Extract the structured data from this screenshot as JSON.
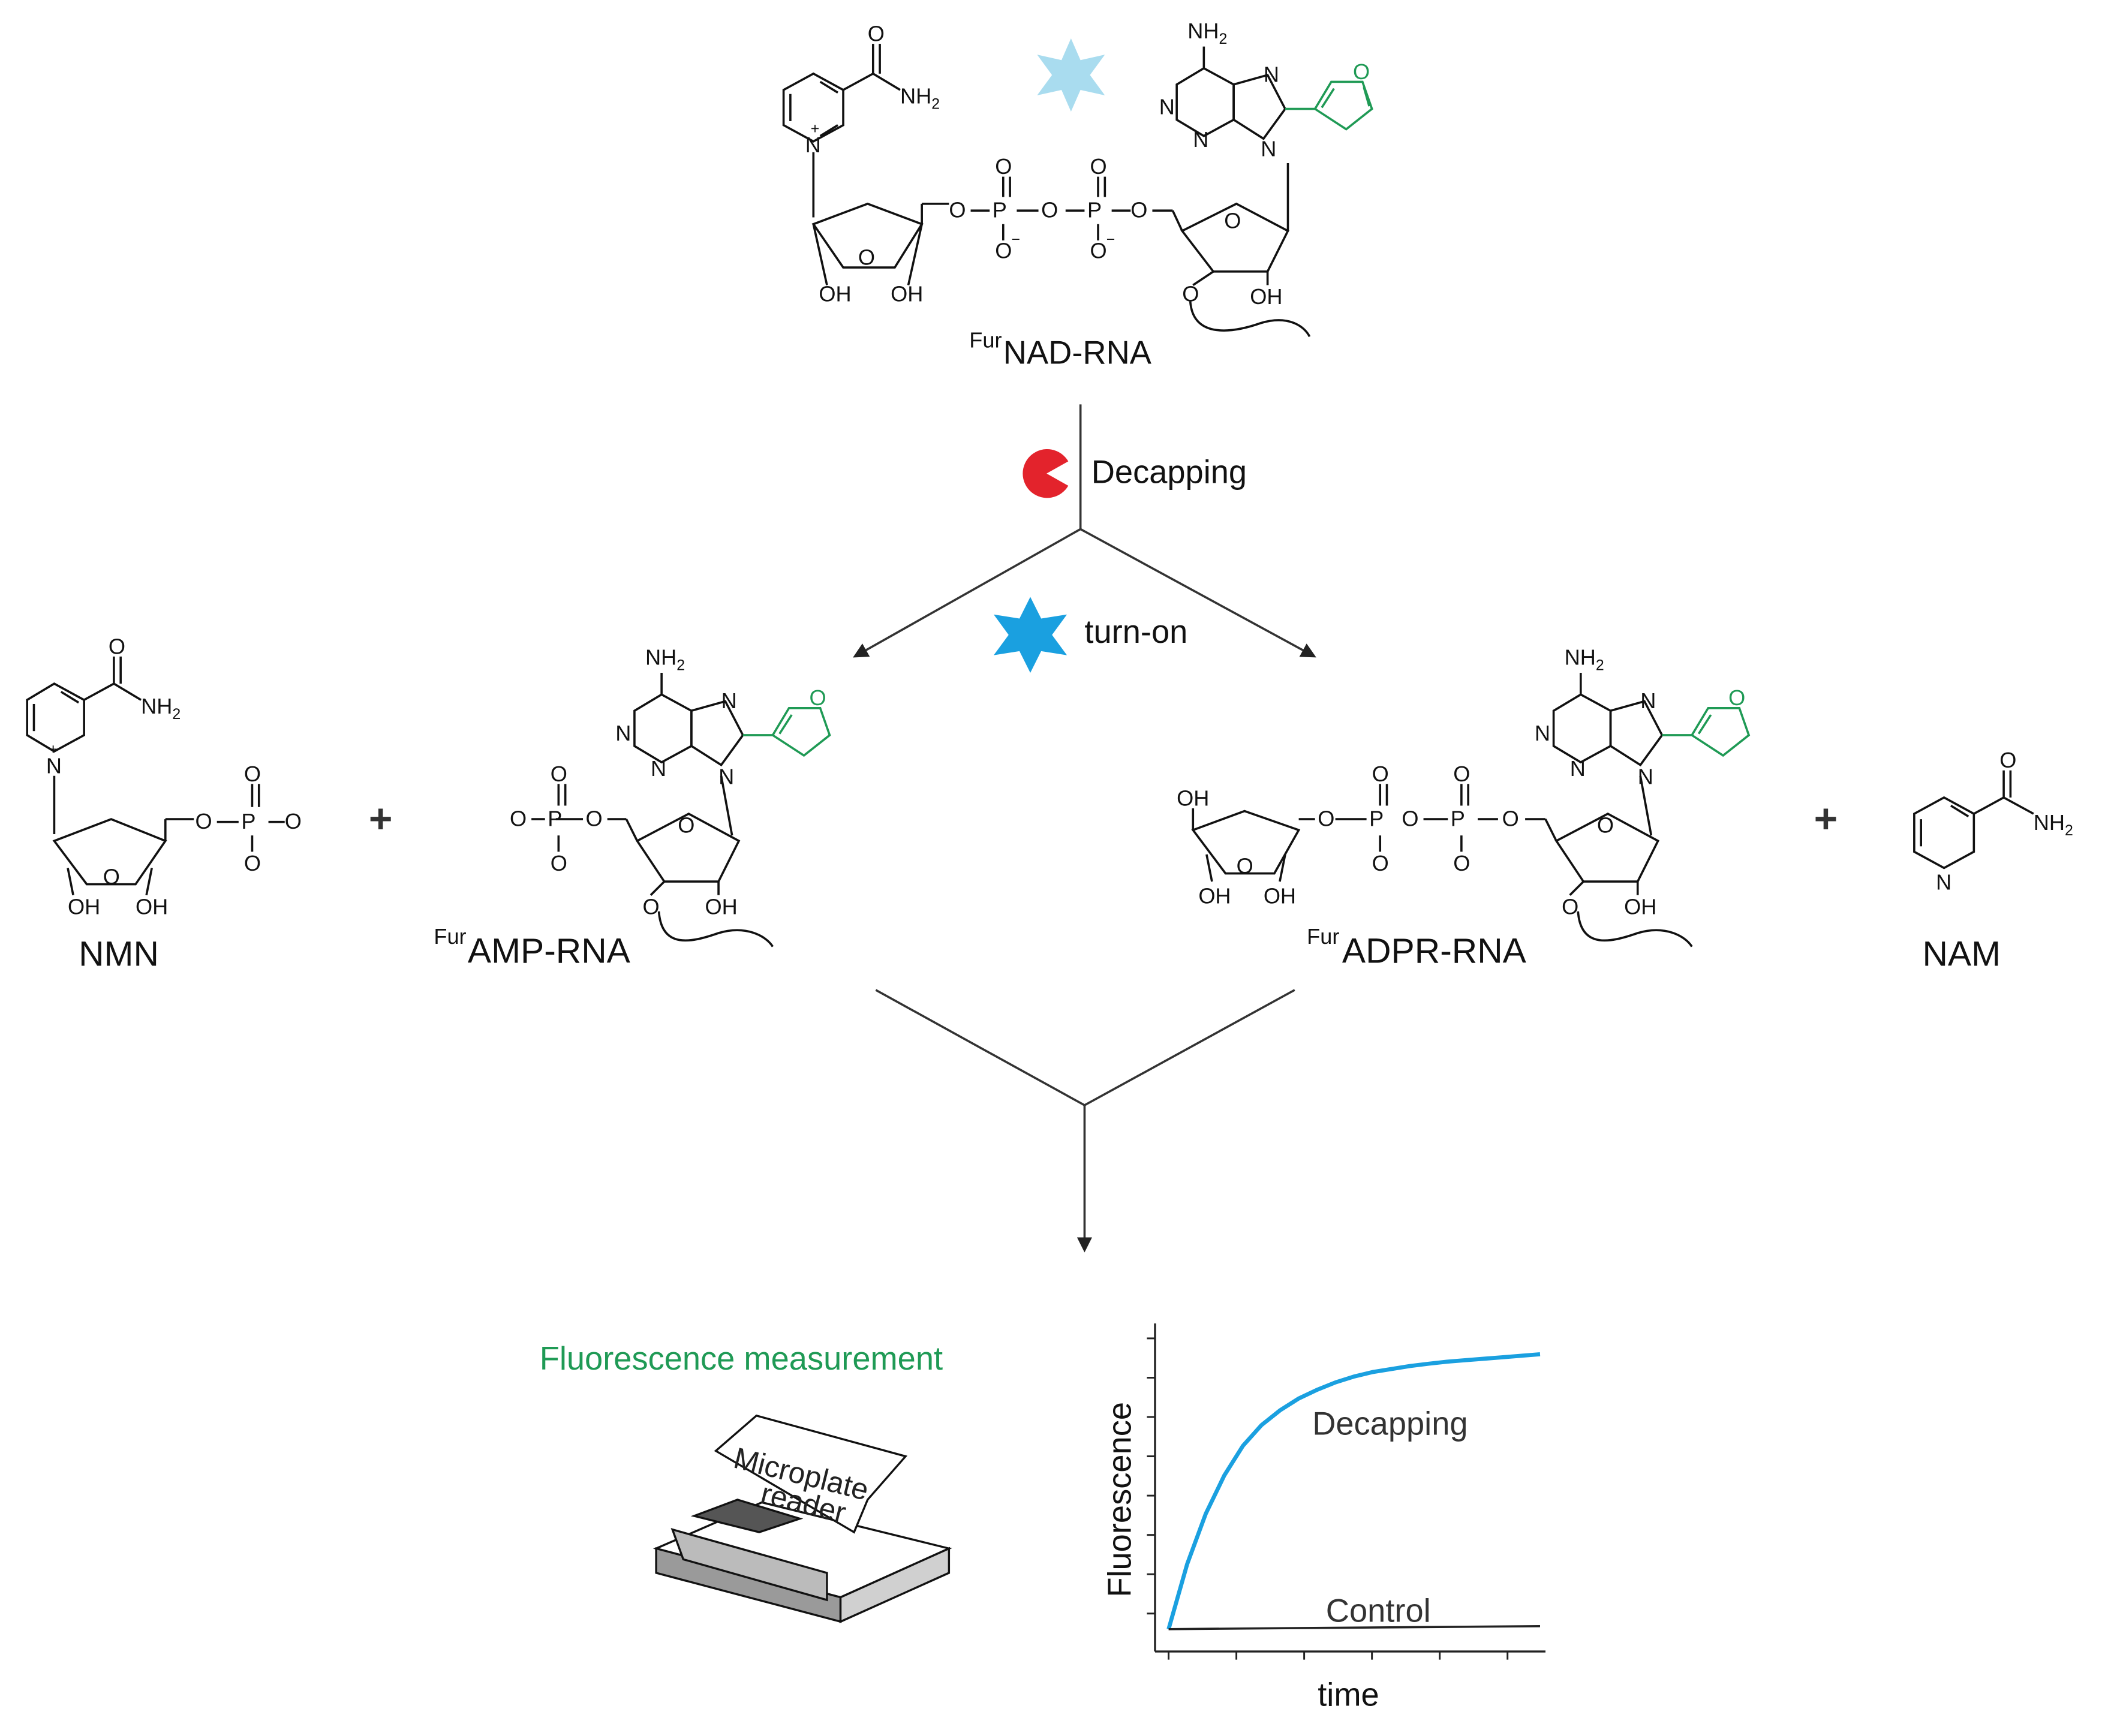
{
  "title": {
    "label_sup": "Fur",
    "label_main": "NAD-RNA"
  },
  "reaction": {
    "enzyme_label": "Decapping",
    "turn_on_label": "turn-on"
  },
  "plus_sign": "+",
  "atoms": {
    "amide_o": "O",
    "nh2": "NH",
    "nh2_sub": "2",
    "pyridinium_n": "N",
    "plus_charge": "+",
    "ring_o": "O",
    "oh": "OH",
    "phosphate_o": "O",
    "phosphate_p": "P",
    "minus": "−",
    "adenine_n": "N",
    "furan_o": "O",
    "bridge_o": "O"
  },
  "products": {
    "nmn": "NMN",
    "amp_sup": "Fur",
    "amp_main": "AMP-RNA",
    "adpr_sup": "Fur",
    "adpr_main": "ADPR-RNA",
    "nam": "NAM"
  },
  "measurement": {
    "heading": "Fluorescence measurement",
    "device_line1": "Microplate",
    "device_line2": "reader"
  },
  "colors": {
    "green": "#1f9a55",
    "blue": "#1aa0e0",
    "light_blue": "#a9dcef",
    "red": "#e3232c",
    "black": "#111111",
    "gray": "#333333"
  },
  "chart_data": {
    "type": "line",
    "xlabel": "time",
    "ylabel": "Fluorescence",
    "ticks_shown": false,
    "series": [
      {
        "name": "Decapping",
        "x": [
          0,
          0.05,
          0.1,
          0.15,
          0.2,
          0.25,
          0.3,
          0.35,
          0.4,
          0.45,
          0.5,
          0.55,
          0.6,
          0.65,
          0.7,
          0.75,
          0.8,
          0.85,
          0.9,
          0.95,
          1.0
        ],
        "values": [
          0.03,
          0.25,
          0.42,
          0.55,
          0.65,
          0.72,
          0.77,
          0.81,
          0.84,
          0.865,
          0.885,
          0.9,
          0.91,
          0.92,
          0.928,
          0.935,
          0.94,
          0.945,
          0.95,
          0.955,
          0.96
        ]
      },
      {
        "name": "Control",
        "x": [
          0,
          1.0
        ],
        "values": [
          0.03,
          0.04
        ]
      }
    ]
  }
}
